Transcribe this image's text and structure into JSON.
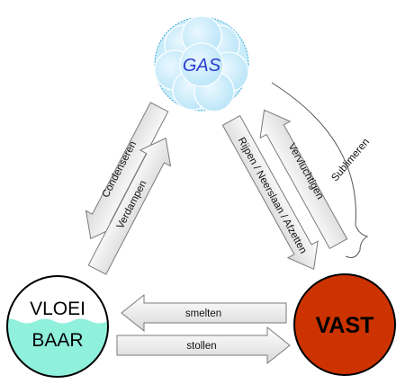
{
  "nodes": {
    "gas": {
      "label": "GAS",
      "label_color": "#2a3bd0",
      "fill": "#c9ecfb",
      "stroke": "#3aa7d8"
    },
    "vloeibaar": {
      "label_line1": "VLOEI",
      "label_line2": "BAAR",
      "liquid_fill": "#8ff0dc"
    },
    "vast": {
      "label": "VAST",
      "fill": "#cc3300"
    }
  },
  "transitions": {
    "condenseren": "Condenseren",
    "verdampen": "Verdampen",
    "rijpen": "Rijpen / Neerslaan / Afzetten",
    "vervluchtigen": "Vervluchtigen",
    "sublimeren": "Sublimeren",
    "smelten": "smelten",
    "stollen": "stollen"
  }
}
